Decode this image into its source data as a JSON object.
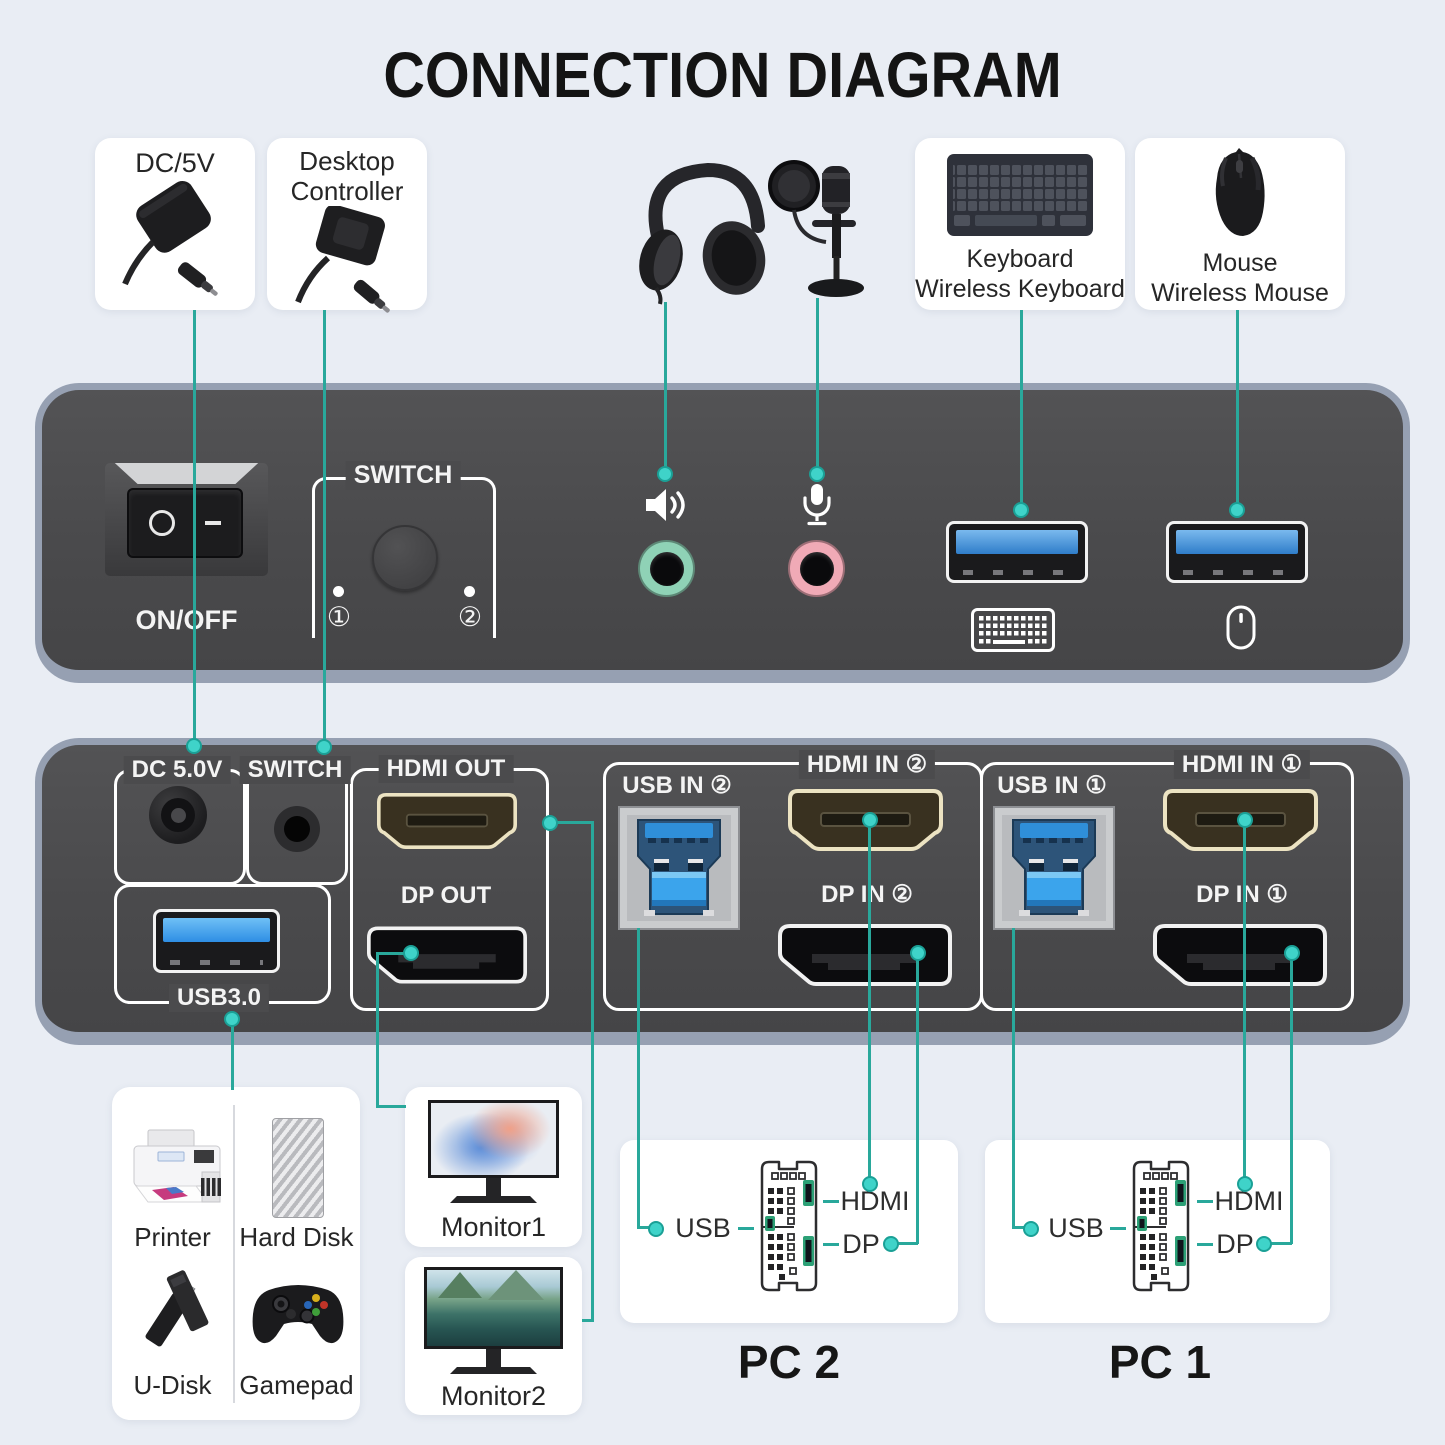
{
  "title": "CONNECTION DIAGRAM",
  "top_devices": {
    "dc_adapter": {
      "label": "DC/5V"
    },
    "desktop_controller": {
      "line1": "Desktop",
      "line2": "Controller"
    },
    "keyboard": {
      "line1": "Keyboard",
      "line2": "Wireless Keyboard"
    },
    "mouse": {
      "line1": "Mouse",
      "line2": "Wireless Mouse"
    }
  },
  "front_panel": {
    "power_label": "ON/OFF",
    "switch_label": "SWITCH",
    "indicator_1": "①",
    "indicator_2": "②"
  },
  "back_panel": {
    "dc_label": "DC 5.0V",
    "switch_label": "SWITCH",
    "hdmi_out_label": "HDMI OUT",
    "dp_out_label": "DP OUT",
    "usb3_label": "USB3.0",
    "usb_in_2_label": "USB IN ②",
    "hdmi_in_2_label": "HDMI IN ②",
    "dp_in_2_label": "DP IN ②",
    "usb_in_1_label": "USB IN ①",
    "hdmi_in_1_label": "HDMI IN ①",
    "dp_in_1_label": "DP IN ①"
  },
  "peripherals": {
    "printer": "Printer",
    "hard_disk": "Hard Disk",
    "u_disk": "U-Disk",
    "gamepad": "Gamepad"
  },
  "monitors": {
    "monitor1": "Monitor1",
    "monitor2": "Monitor2"
  },
  "pc2": {
    "name": "PC 2",
    "usb": "USB",
    "hdmi": "HDMI",
    "dp": "DP"
  },
  "pc1": {
    "name": "PC 1",
    "usb": "USB",
    "hdmi": "HDMI",
    "dp": "DP"
  },
  "colors": {
    "line_teal": "#29a89b",
    "dot_fill": "#3fd3c9",
    "jack_green": "#8fd2b6",
    "jack_pink": "#f0aab6",
    "usb_blue": "#3f9ce0",
    "hdmi_gold": "#eae0bd",
    "panel_body": "#4b4b4d",
    "panel_rim": "#96a0b2"
  }
}
